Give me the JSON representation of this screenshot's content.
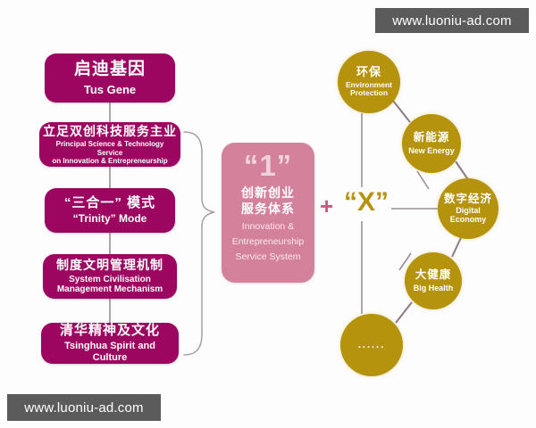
{
  "diagram": {
    "title": "Tus Gene \"1\" + \"X\" Innovation & Entrepreneurship Service System",
    "colors": {
      "box_magenta": "#9c0560",
      "center_pink": "#d4819c",
      "circle_gold": "#b5930c",
      "connector_gray": "#9b8d96",
      "plus_pink": "#c85a86",
      "watermark_gray": "#5b5b5b",
      "background": "#fdfdfd"
    }
  },
  "left_column": {
    "boxes": [
      {
        "cn": "启迪基因",
        "en": "Tus Gene"
      },
      {
        "cn": "立足双创科技服务主业",
        "en_line1": "Principal Science & Technology Service",
        "en_line2": "on Innovation & Entrepreneurship"
      },
      {
        "cn": "“三合一” 模式",
        "en": "“Trinity” Mode"
      },
      {
        "cn": "制度文明管理机制",
        "en_line1": "System Civilisation",
        "en_line2": "Management Mechanism"
      },
      {
        "cn": "清华精神及文化",
        "en": "Tsinghua Spirit and Culture"
      }
    ]
  },
  "center": {
    "one": "“1”",
    "cn_line1": "创新创业",
    "cn_line2": "服务体系",
    "en_line1": "Innovation &",
    "en_line2": "Entrepreneurship",
    "en_line3": "Service System"
  },
  "operator": {
    "plus": "+",
    "x": "“X”"
  },
  "circles": [
    {
      "cn": "环保",
      "en_line1": "Environment",
      "en_line2": "Protection"
    },
    {
      "cn": "新能源",
      "en_line1": "New Energy",
      "en_line2": ""
    },
    {
      "cn": "数字经济",
      "en_line1": "Digital",
      "en_line2": "Economy"
    },
    {
      "cn": "大健康",
      "en_line1": "Big Health",
      "en_line2": ""
    },
    {
      "cn": "......",
      "en_line1": "",
      "en_line2": ""
    }
  ],
  "watermarks": {
    "top": "www.luoniu-ad.com",
    "bottom": "www.luoniu-ad.com"
  }
}
